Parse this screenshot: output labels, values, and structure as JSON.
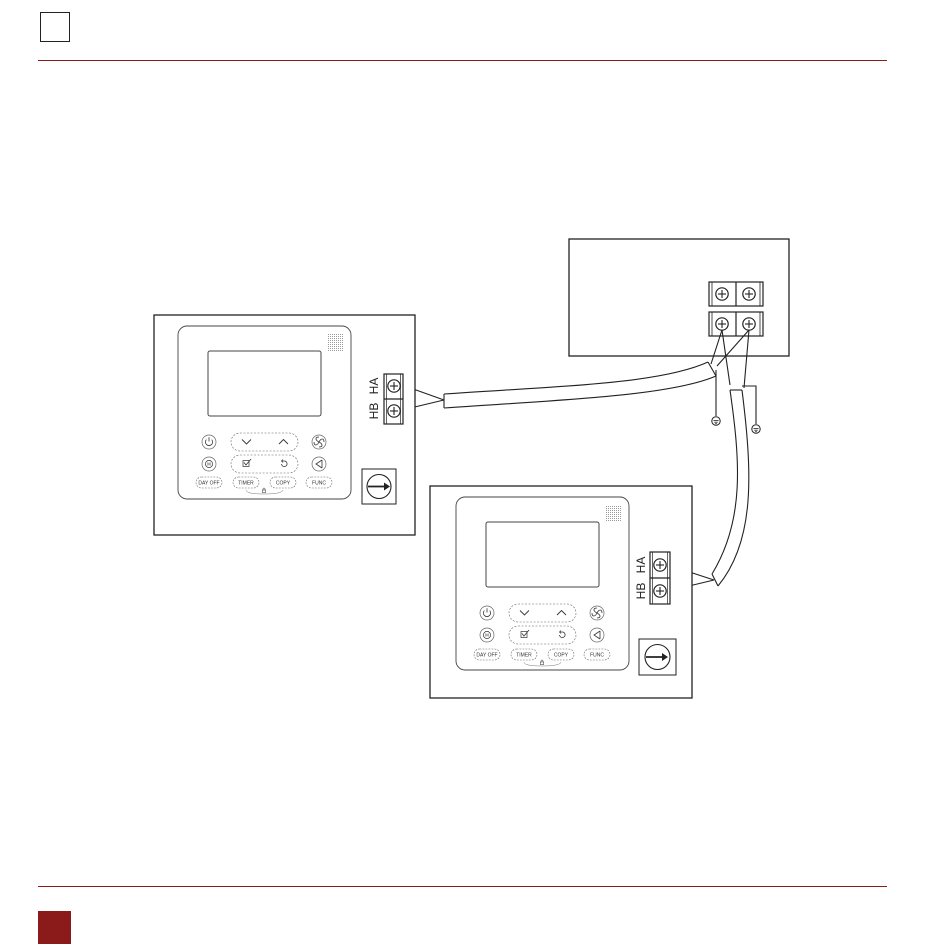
{
  "colors": {
    "accent": "#8b1a1a",
    "line": "#222222"
  },
  "controller_left": {
    "terminal_labels": [
      "HA",
      "HB"
    ],
    "buttons": [
      "DAY OFF",
      "TIMER",
      "COPY",
      "FUNC"
    ]
  },
  "controller_right": {
    "terminal_labels": [
      "HA",
      "HB"
    ],
    "buttons": [
      "DAY OFF",
      "TIMER",
      "COPY",
      "FUNC"
    ]
  },
  "icons": [
    "power-icon",
    "down-chevron-icon",
    "up-chevron-icon",
    "fan-icon",
    "mode-icon",
    "confirm-icon",
    "back-icon",
    "swing-icon",
    "lock-icon",
    "arrow-right-icon",
    "ground-icon",
    "screw-terminal-icon"
  ]
}
